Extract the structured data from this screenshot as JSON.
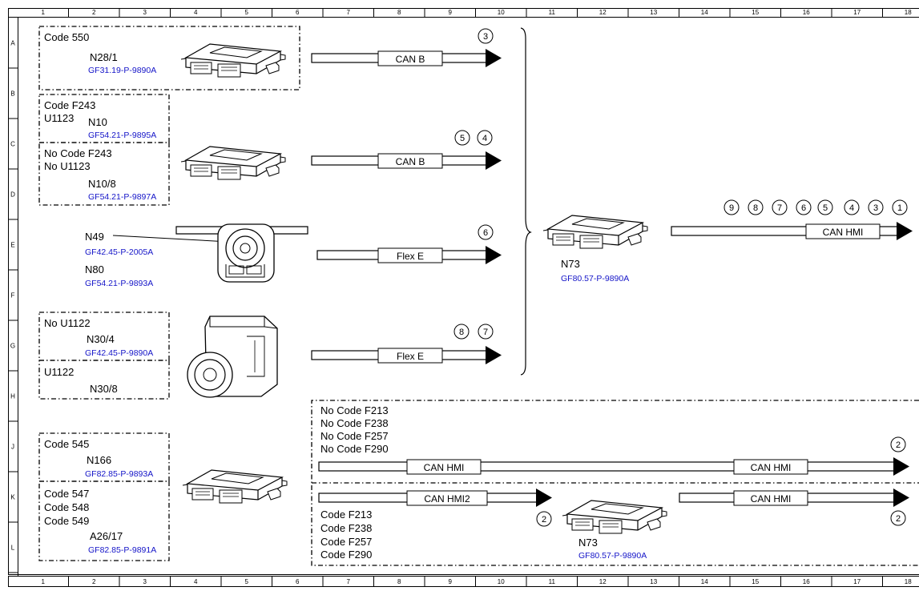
{
  "grid": {
    "columns": [
      "1",
      "2",
      "3",
      "4",
      "5",
      "6",
      "7",
      "8",
      "9",
      "10",
      "11",
      "12",
      "13",
      "14",
      "15",
      "16",
      "17",
      "18"
    ],
    "rows": [
      "A",
      "B",
      "C",
      "D",
      "E",
      "F",
      "G",
      "H",
      "J",
      "K",
      "L"
    ]
  },
  "groups": {
    "code550": {
      "label": "Code 550",
      "module": "N28/1",
      "ref": "GF31.19-P-9890A"
    },
    "f243": {
      "label1": "Code F243",
      "label2": "U1123",
      "module": "N10",
      "ref": "GF54.21-P-9895A"
    },
    "nof243": {
      "label1": "No Code F243",
      "label2": "No U1123",
      "module": "N10/8",
      "ref": "GF54.21-P-9897A"
    },
    "n49": {
      "module": "N49",
      "ref": "GF42.45-P-2005A"
    },
    "n80": {
      "module": "N80",
      "ref": "GF54.21-P-9893A"
    },
    "nou1122": {
      "label": "No U1122",
      "module": "N30/4",
      "ref": "GF42.45-P-9890A"
    },
    "u1122": {
      "label": "U1122",
      "module": "N30/8"
    },
    "code545": {
      "label": "Code 545",
      "module": "N166",
      "ref": "GF82.85-P-9893A"
    },
    "code547": {
      "label1": "Code 547",
      "label2": "Code 548",
      "label3": "Code 549",
      "module": "A26/17",
      "ref": "GF82.85-P-9891A"
    }
  },
  "central": {
    "module": "N73",
    "ref": "GF80.57-P-9890A"
  },
  "lower": {
    "no_codes": [
      "No Code F213",
      "No Code F238",
      "No Code F257",
      "No Code F290"
    ],
    "codes": [
      "Code F213",
      "Code F238",
      "Code F257",
      "Code F290"
    ],
    "module": "N73",
    "ref": "GF80.57-P-9890A"
  },
  "buses": {
    "can_b": "CAN B",
    "flex_e": "Flex E",
    "can_hmi": "CAN HMI",
    "can_hmi2": "CAN HMI2"
  },
  "callouts": {
    "c1": "1",
    "c2": "2",
    "c3": "3",
    "c4": "4",
    "c5": "5",
    "c6": "6",
    "c7": "7",
    "c8": "8",
    "c9": "9"
  }
}
